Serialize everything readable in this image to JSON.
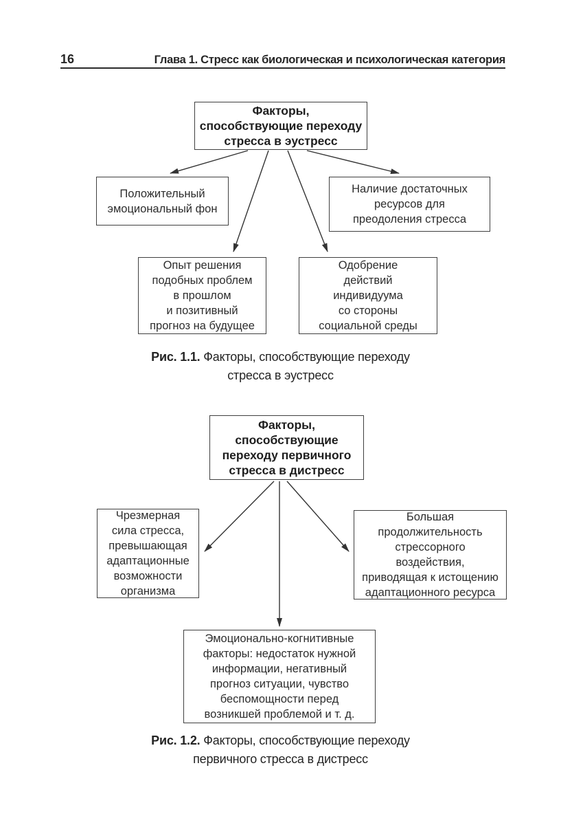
{
  "header": {
    "page_number": "16",
    "chapter_title": "Глава 1. Стресс как биологическая и психологическая категория"
  },
  "figure1": {
    "root_box": "Факторы,\nспособствующие переходу\nстресса в эустресс",
    "box_emotional": "Положительный\nэмоциональный фон",
    "box_resources": "Наличие достаточных\nресурсов для\nпреодоления стресса",
    "box_experience": "Опыт решения\nподобных проблем\nв прошлом\nи позитивный\nпрогноз на будущее",
    "box_approval": "Одобрение\nдействий\nиндивидуума\nсо стороны\nсоциальной среды",
    "caption_label": "Рис. 1.1.",
    "caption_text": "Факторы, способствующие переходу\nстресса в эустресс"
  },
  "figure2": {
    "root_box": "Факторы,\nспособствующие\nпереходу первичного\nстресса в дистресс",
    "box_intensity": "Чрезмерная\nсила стресса,\nпревышающая\nадаптационные\nвозможности\nорганизма",
    "box_duration": "Большая\nпродолжительность\nстрессорного\nвоздействия,\nприводящая к истощению\nадаптационного ресурса",
    "box_cognitive": "Эмоционально-когнитивные\nфакторы: недостаток нужной\nинформации, негативный\nпрогноз ситуации, чувство\nбеспомощности перед\nвозникшей проблемой и т. д.",
    "caption_label": "Рис. 1.2.",
    "caption_text": "Факторы, способствующие переходу\nпервичного стресса в дистресс"
  },
  "colors": {
    "ink": "#262626",
    "box_border": "#3f3f3f",
    "arrow": "#333333"
  }
}
